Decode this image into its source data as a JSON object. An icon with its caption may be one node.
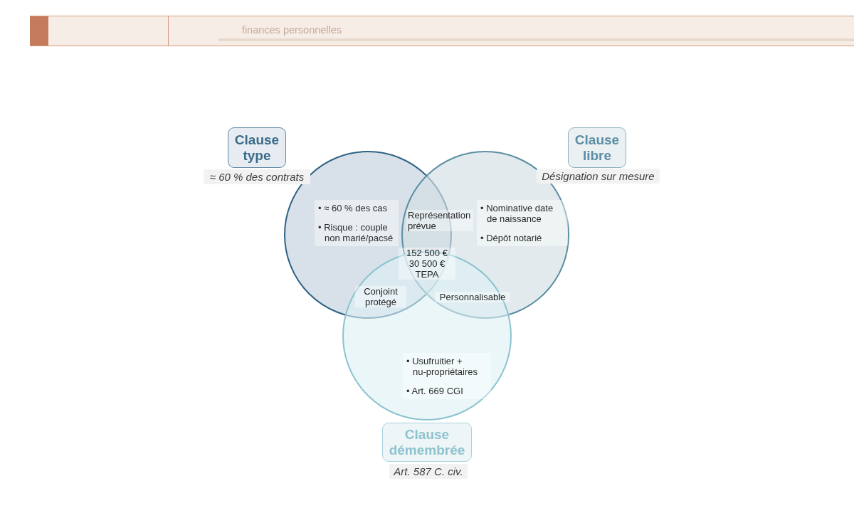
{
  "diagram": {
    "nodes": [
      {
        "text": [
          "Clause type",
          "• ≈ 60 % des cas",
          "• Risque : couple non marié/pacsé"
        ],
        "beside": [
          "≈ 60 % des contrats"
        ]
      },
      {
        "text": [
          "Clause libre",
          "• Nominative date de naissance",
          "• Dépôt notarié"
        ],
        "beside": [
          "Désignation sur mesure"
        ]
      },
      {
        "text": [
          "• Usufruitier + nu-propriétaires",
          "• Art. 669 CGI",
          "Clause démembrée"
        ],
        "beside": [
          "Art. 587 C. civ."
        ]
      }
    ],
    "labels": [
      "finances personnelles",
      "Représentation prévue",
      "152 500 €",
      "30 500 €",
      "TEPA",
      "Conjoint protégé",
      "Personnalisable"
    ]
  }
}
